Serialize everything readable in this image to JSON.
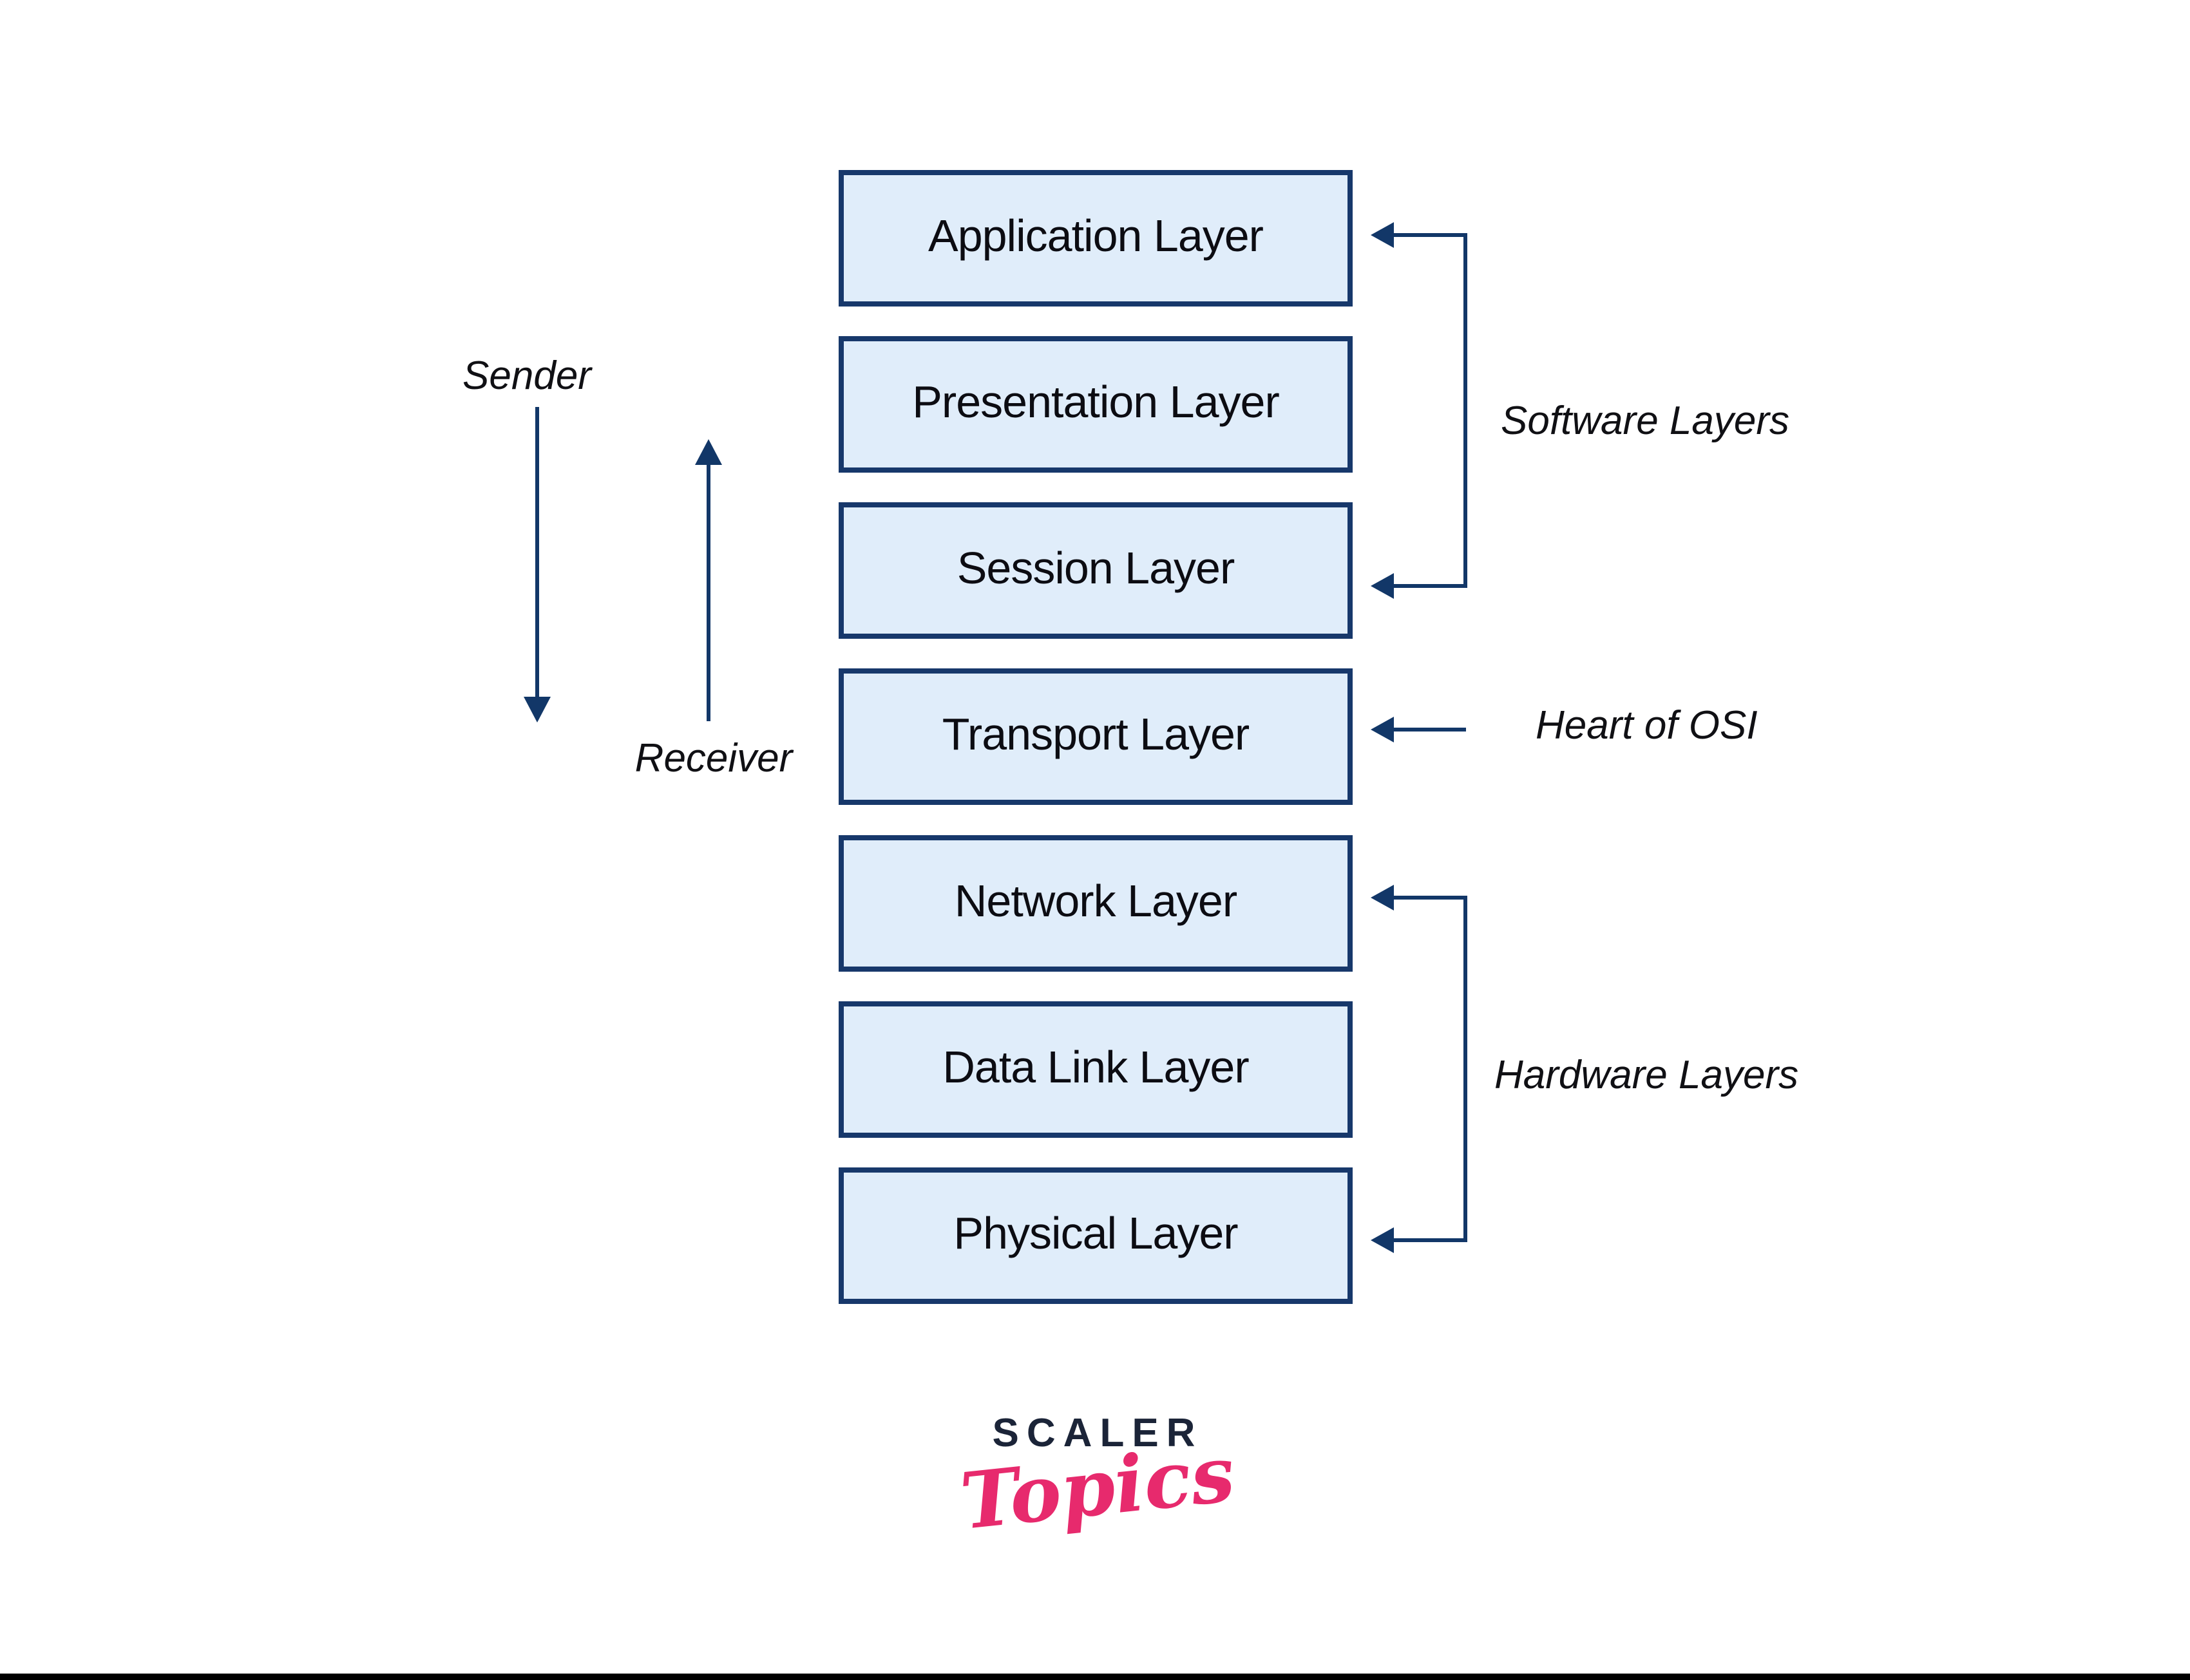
{
  "diagram": {
    "layers": [
      {
        "id": "application",
        "label": "Application Layer"
      },
      {
        "id": "presentation",
        "label": "Presentation Layer"
      },
      {
        "id": "session",
        "label": "Session Layer"
      },
      {
        "id": "transport",
        "label": "Transport Layer"
      },
      {
        "id": "network",
        "label": "Network Layer"
      },
      {
        "id": "data-link",
        "label": "Data Link Layer"
      },
      {
        "id": "physical",
        "label": "Physical Layer"
      }
    ],
    "annotations": {
      "sender_label": "Sender",
      "receiver_label": "Receiver",
      "software_layers_label": "Software Layers",
      "heart_of_osi_label": "Heart of OSI",
      "hardware_layers_label": "Hardware Layers"
    }
  },
  "logo": {
    "brand": "SCALER",
    "product": "Topics"
  },
  "theme": {
    "box_fill": "#e0edfa",
    "box_border": "#17386b",
    "arrow_color": "#123768",
    "label_color": "#0c0c12",
    "brand_navy": "#1b2438",
    "brand_pink": "#e72a6d",
    "background": "#ffffff",
    "bottom_bar": "#000000"
  }
}
